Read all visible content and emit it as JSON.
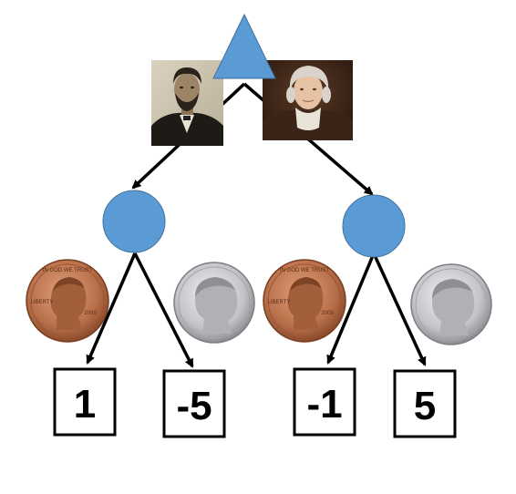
{
  "colors": {
    "node_fill": "#5b9bd5",
    "edge": "#000000",
    "penny": "#b9704a",
    "nickel": "#c9c9cc"
  },
  "tree": {
    "root": {
      "shape": "triangle"
    },
    "left_choice_image": "portrait-lincoln-icon",
    "right_choice_image": "portrait-jefferson-icon",
    "chance_nodes": [
      {
        "shape": "circle",
        "branch_images": [
          "penny-icon",
          "nickel-icon"
        ]
      },
      {
        "shape": "circle",
        "branch_images": [
          "penny-icon",
          "nickel-icon"
        ]
      }
    ],
    "payoffs": [
      "1",
      "-5",
      "-1",
      "5"
    ],
    "coin_text": {
      "penny_top": "IN GOD WE TRUST",
      "penny_left": "LIBERTY",
      "penny_year": "2009"
    }
  }
}
